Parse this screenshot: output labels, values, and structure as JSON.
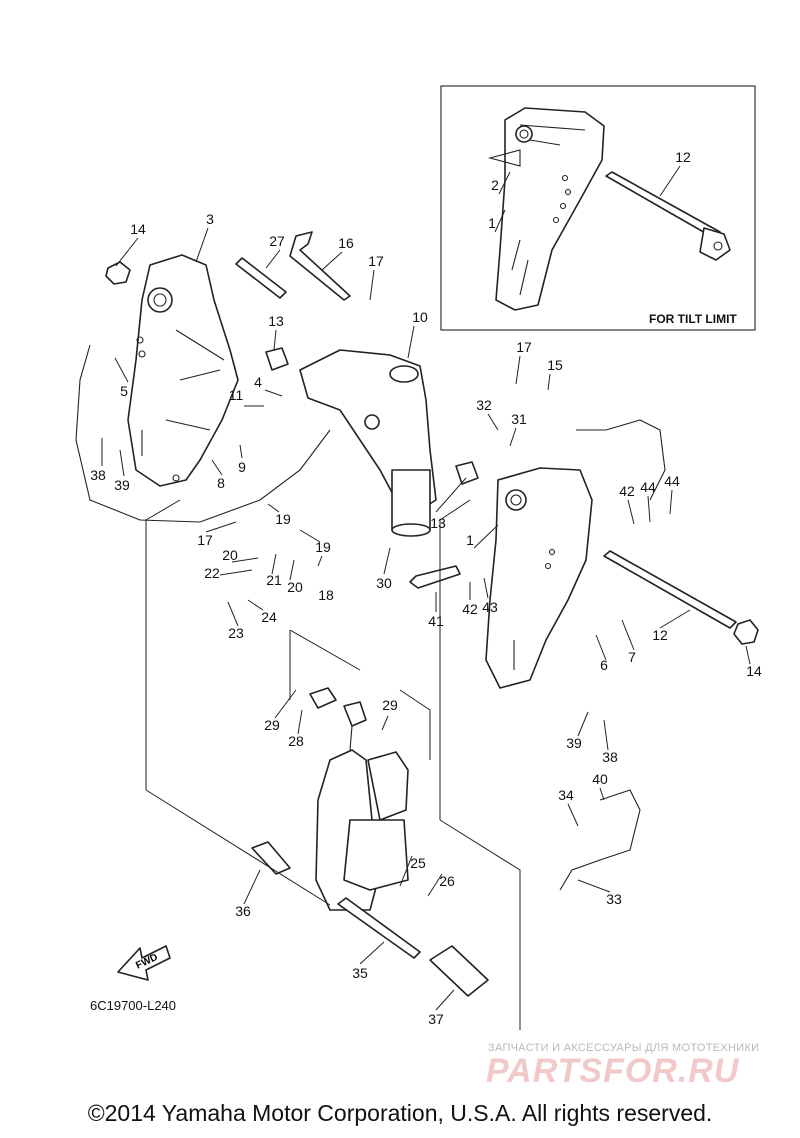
{
  "diagram": {
    "inset_caption": "FOR TILT LIMIT",
    "diagram_code": "6C19700-L240",
    "fwd_label": "FWD",
    "copyright": "©2014 Yamaha Motor Corporation, U.S.A. All rights reserved.",
    "watermark_tagline": "ЗАПЧАСТИ И АКСЕССУАРЫ ДЛЯ МОТОТЕХНИКИ",
    "watermark_brand": "PARTSFOR.RU"
  },
  "callouts": [
    "1",
    "1",
    "2",
    "3",
    "4",
    "5",
    "6",
    "7",
    "8",
    "9",
    "10",
    "11",
    "12",
    "12",
    "13",
    "13",
    "14",
    "14",
    "15",
    "16",
    "17",
    "17",
    "17",
    "18",
    "19",
    "19",
    "20",
    "20",
    "21",
    "22",
    "23",
    "24",
    "25",
    "26",
    "27",
    "28",
    "29",
    "29",
    "30",
    "31",
    "32",
    "33",
    "34",
    "35",
    "36",
    "37",
    "38",
    "38",
    "39",
    "39",
    "40",
    "41",
    "42",
    "42",
    "43",
    "44",
    "44"
  ]
}
